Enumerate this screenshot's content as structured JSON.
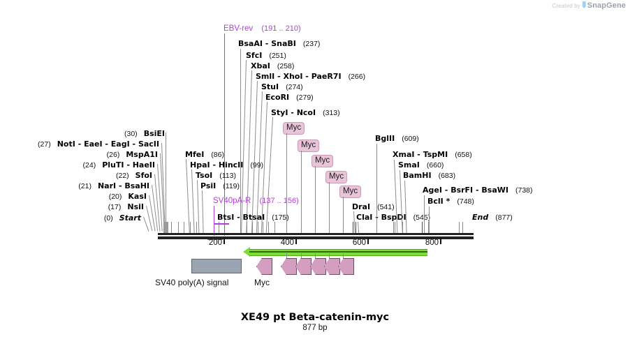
{
  "watermark": {
    "created_by": "Created by",
    "brand": "SnapGene",
    "flag_icon": "snapgene-flag-icon"
  },
  "title": "XE49 pt Beta-catenin-myc",
  "subtitle": "877 bp",
  "colors": {
    "primer": "#b13fd8",
    "myc_badge_fill": "#e7c4d8",
    "myc_badge_border": "#c99ab8",
    "orf_green": "#7ddc3a",
    "myc_arrow_fill": "#d49ec0",
    "sv40_gray": "#9aa5b1",
    "sequence_line": "#222222",
    "leader_line": "#8d8d8d"
  },
  "sequence": {
    "length_bp": 877,
    "axis_ticks": [
      "200",
      "400",
      "600",
      "800"
    ]
  },
  "left_labels": [
    {
      "pos": "(30)",
      "names": [
        "BsiEI"
      ]
    },
    {
      "pos": "(27)",
      "names": [
        "NotI",
        "EaeI",
        "EagI",
        "SacII"
      ]
    },
    {
      "pos": "(26)",
      "names": [
        "MspA1I"
      ]
    },
    {
      "pos": "(24)",
      "names": [
        "PluTI",
        "HaeII"
      ]
    },
    {
      "pos": "(22)",
      "names": [
        "SfoI"
      ]
    },
    {
      "pos": "(21)",
      "names": [
        "NarI",
        "BsaHI"
      ]
    },
    {
      "pos": "(20)",
      "names": [
        "KasI"
      ]
    },
    {
      "pos": "(17)",
      "names": [
        "NsiI"
      ]
    },
    {
      "pos": "(0)",
      "names": [
        "Start"
      ],
      "italic": true
    }
  ],
  "top_labels": [
    {
      "names": [
        "BsaAI",
        "SnaBI"
      ],
      "pos": "(237)"
    },
    {
      "names": [
        "SfcI"
      ],
      "pos": "(251)"
    },
    {
      "names": [
        "XbaI"
      ],
      "pos": "(258)"
    },
    {
      "names": [
        "SmlI",
        "XhoI",
        "PaeR7I"
      ],
      "pos": "(266)"
    },
    {
      "names": [
        "StuI"
      ],
      "pos": "(274)"
    },
    {
      "names": [
        "EcoRI"
      ],
      "pos": "(279)"
    },
    {
      "names": [
        "StyI",
        "NcoI"
      ],
      "pos": "(313)"
    }
  ],
  "mid_left_labels": [
    {
      "names": [
        "MfeI"
      ],
      "pos": "(86)"
    },
    {
      "names": [
        "HpaI",
        "HincII"
      ],
      "pos": "(99)"
    },
    {
      "names": [
        "TsoI"
      ],
      "pos": "(113)"
    },
    {
      "names": [
        "PsiI"
      ],
      "pos": "(119)"
    },
    {
      "names": [
        "BtsI",
        "BtsaI"
      ],
      "pos": "(175)"
    }
  ],
  "right_labels": [
    {
      "names": [
        "BglII"
      ],
      "pos": "(609)"
    },
    {
      "names": [
        "XmaI",
        "TspMI"
      ],
      "pos": "(658)"
    },
    {
      "names": [
        "SmaI"
      ],
      "pos": "(660)"
    },
    {
      "names": [
        "BamHI"
      ],
      "pos": "(683)"
    },
    {
      "names": [
        "AgeI",
        "BsrFI",
        "BsaWI"
      ],
      "pos": "(738)"
    },
    {
      "names": [
        "BclI *"
      ],
      "pos": "(748)"
    },
    {
      "names": [
        "DraI"
      ],
      "pos": "(541)"
    },
    {
      "names": [
        "ClaI",
        "BspDI"
      ],
      "pos": "(545)"
    },
    {
      "names": [
        "End"
      ],
      "pos": "(877)",
      "italic": true
    }
  ],
  "primers": [
    {
      "name": "EBV-rev",
      "range": "(191 .. 210)"
    },
    {
      "name": "SV40pA-R",
      "range": "(137 .. 156)"
    }
  ],
  "myc_badges": [
    "Myc",
    "Myc",
    "Myc",
    "Myc",
    "Myc"
  ],
  "features": [
    {
      "name": "SV40 poly(A) signal",
      "shape": "box"
    },
    {
      "name": "Myc",
      "shape": "arrow-left"
    }
  ]
}
